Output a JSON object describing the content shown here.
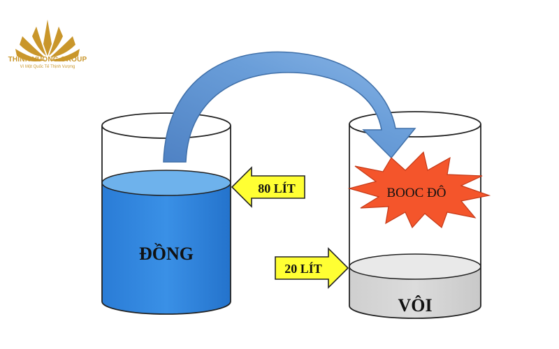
{
  "brand": {
    "name": "THINH VUONG GROUP",
    "tagline": "Vì Một Quốc Tế Thịnh Vượng",
    "color": "#c9962a"
  },
  "diagram": {
    "left_container_label": "ĐỒNG",
    "left_level_label": "80 LÍT",
    "right_container_label": "VÔI",
    "right_level_label": "20 LÍT",
    "burst_label": "BOOC ĐÔ"
  },
  "colors": {
    "water": "#2f86e0",
    "water_top": "#6eb2ec",
    "lime": "#d4d4d4",
    "lime_top": "#e9e9e9",
    "arrow_blue": "#5b8fcf",
    "callout_yellow": "#ffff33",
    "burst_orange": "#f4552b"
  },
  "icons": [
    "lotus-logo-icon",
    "curved-arrow-icon",
    "pointer-arrow-icon",
    "explosion-burst-icon"
  ]
}
